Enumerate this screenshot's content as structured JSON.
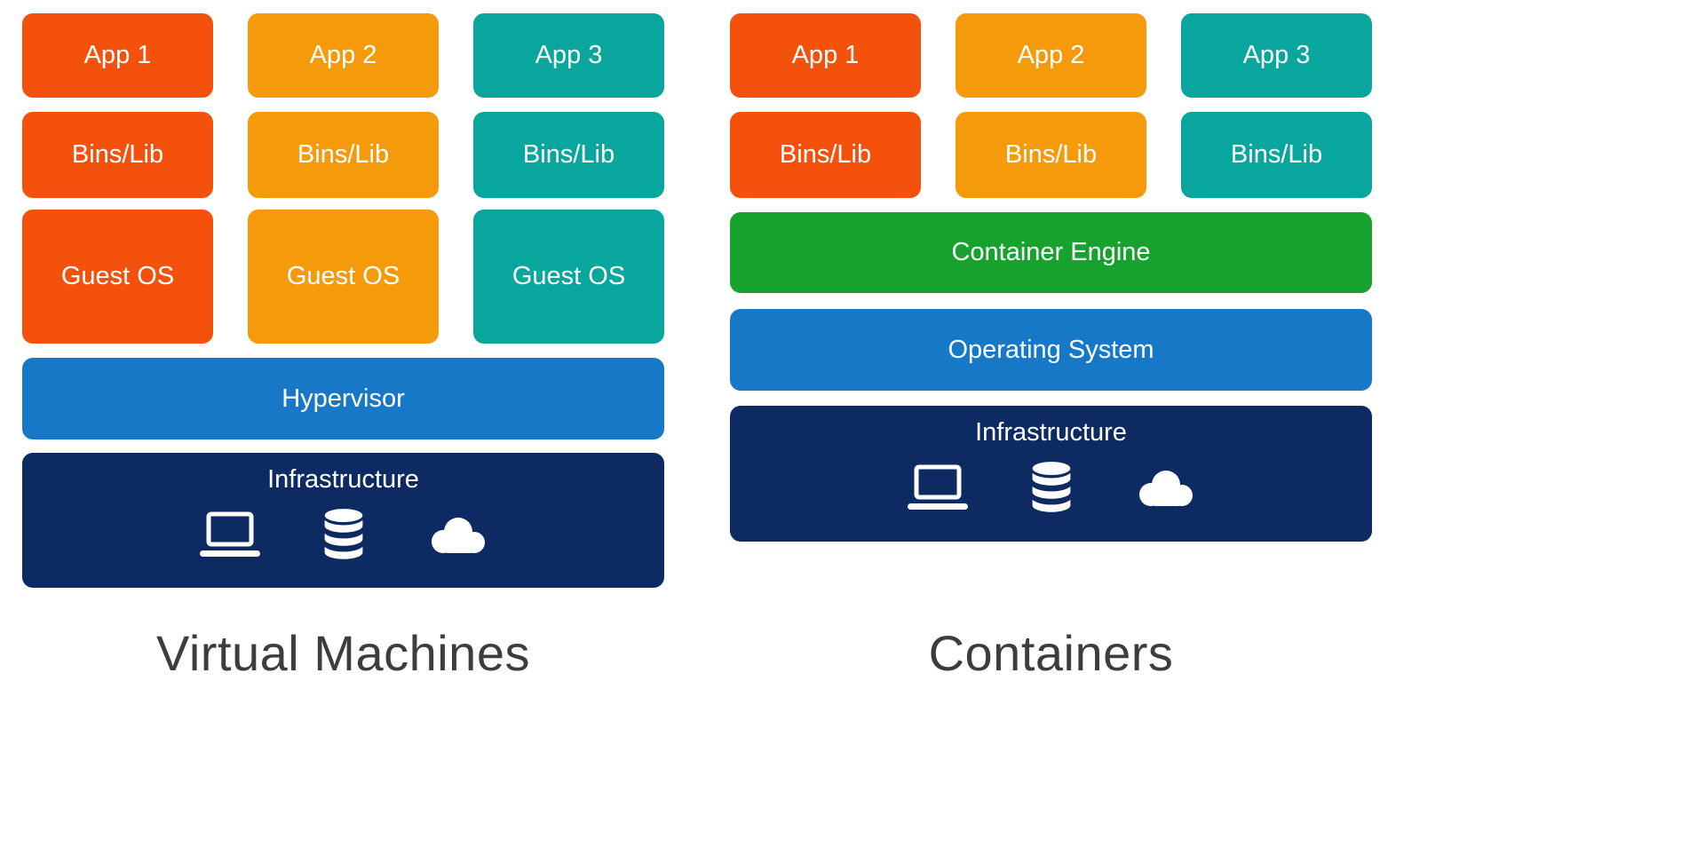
{
  "vm": {
    "title": "Virtual Machines",
    "columns": [
      {
        "app": "App 1",
        "bins": "Bins/Lib",
        "guest_os": "Guest OS",
        "color": "#f4510c"
      },
      {
        "app": "App 2",
        "bins": "Bins/Lib",
        "guest_os": "Guest OS",
        "color": "#f59b0b"
      },
      {
        "app": "App 3",
        "bins": "Bins/Lib",
        "guest_os": "Guest OS",
        "color": "#08a69c"
      }
    ],
    "hypervisor_label": "Hypervisor",
    "infrastructure_label": "Infrastructure",
    "infrastructure_icons": [
      "laptop-icon",
      "database-icon",
      "cloud-icon"
    ]
  },
  "containers": {
    "title": "Containers",
    "columns": [
      {
        "app": "App 1",
        "bins": "Bins/Lib",
        "color": "#f4510c"
      },
      {
        "app": "App 2",
        "bins": "Bins/Lib",
        "color": "#f59b0b"
      },
      {
        "app": "App 3",
        "bins": "Bins/Lib",
        "color": "#08a69c"
      }
    ],
    "container_engine_label": "Container Engine",
    "operating_system_label": "Operating System",
    "infrastructure_label": "Infrastructure",
    "infrastructure_icons": [
      "laptop-icon",
      "database-icon",
      "cloud-icon"
    ]
  },
  "colors": {
    "app1_orange_red": "#f4510c",
    "app2_orange": "#f59b0b",
    "app3_teal": "#08a69c",
    "blue": "#1778c8",
    "green": "#16a22d",
    "navy": "#0d2a63",
    "title_gray": "#3d3d3d",
    "background": "#ffffff"
  }
}
